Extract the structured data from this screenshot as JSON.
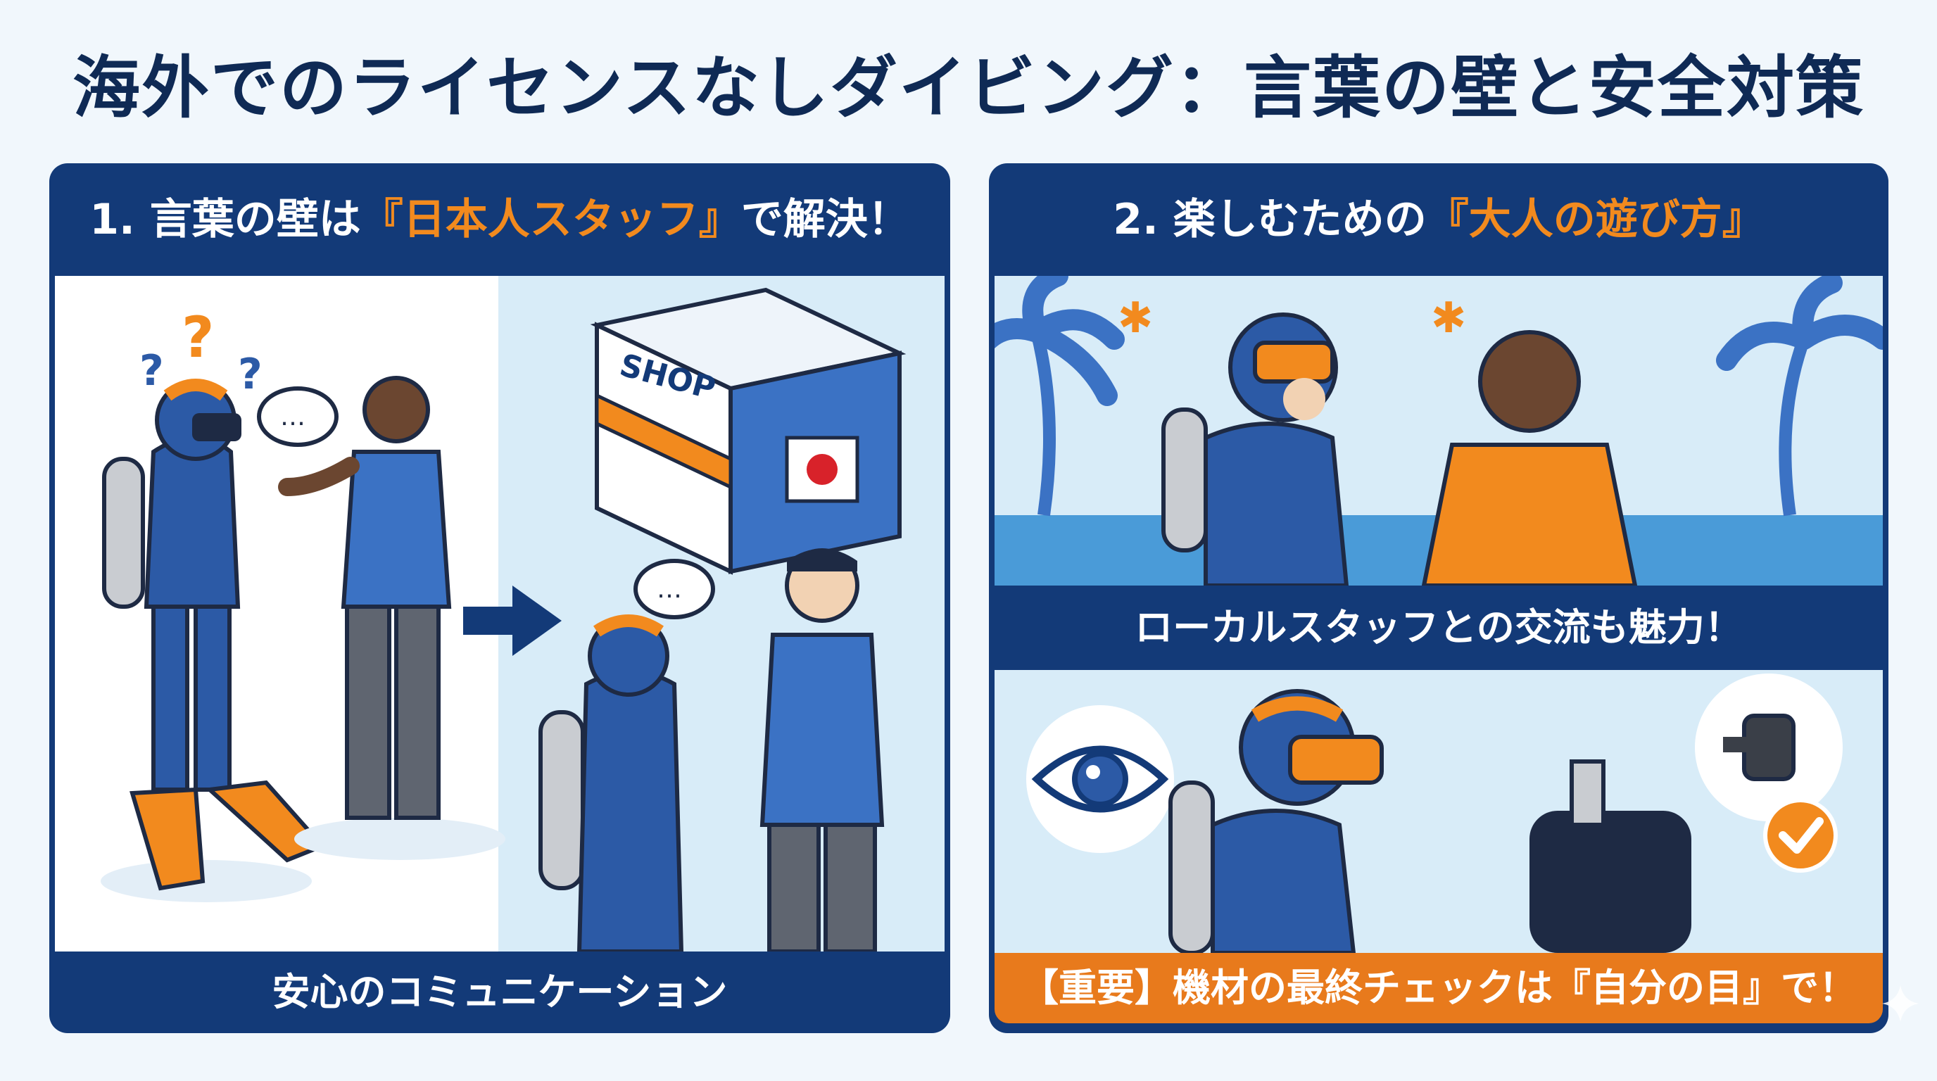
{
  "title": "海外でのライセンスなしダイビング：言葉の壁と安全対策",
  "panel1": {
    "heading_prefix": "1. 言葉の壁は",
    "heading_highlight": "『日本人スタッフ』",
    "heading_suffix": "で解決！",
    "shop_sign": "SHOP",
    "caption": "安心のコミュニケーション"
  },
  "panel2": {
    "heading_prefix": "2. 楽しむための",
    "heading_highlight": "『大人の遊び方』",
    "scene1_caption": "ローカルスタッフとの交流も魅力！",
    "important_caption": "【重要】機材の最終チェックは『自分の目』で！"
  },
  "colors": {
    "navy": "#133a78",
    "orange": "#f28a1e",
    "light_blue": "#d8ecf8",
    "title": "#0f2a55"
  },
  "icons": [
    "question-mark-icon",
    "speech-bubble-icon",
    "arrow-right-icon",
    "japan-flag-icon",
    "eye-icon",
    "regulator-icon",
    "check-icon",
    "sparkle-icon",
    "palm-tree-icon"
  ]
}
